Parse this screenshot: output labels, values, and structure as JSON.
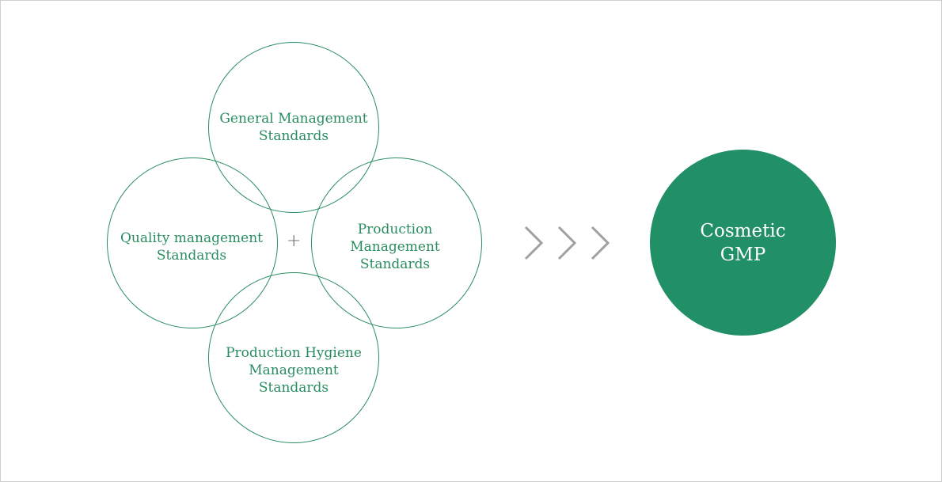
{
  "diagram": {
    "circles": {
      "top": {
        "line1": "General Management",
        "line2": "Standards"
      },
      "left": {
        "line1": "Quality management",
        "line2": "Standards"
      },
      "right": {
        "line1": "Production",
        "line2": "Management",
        "line3": "Standards"
      },
      "bottom": {
        "line1": "Production Hygiene",
        "line2": "Management",
        "line3": "Standards"
      }
    },
    "operator": "+",
    "result": {
      "line1": "Cosmetic",
      "line2": "GMP"
    }
  },
  "colors": {
    "outline": "#2a8d60",
    "result_fill": "#219066",
    "chevron": "#a0a0a0"
  },
  "icons": {
    "arrows": "chevron-right-icon"
  }
}
